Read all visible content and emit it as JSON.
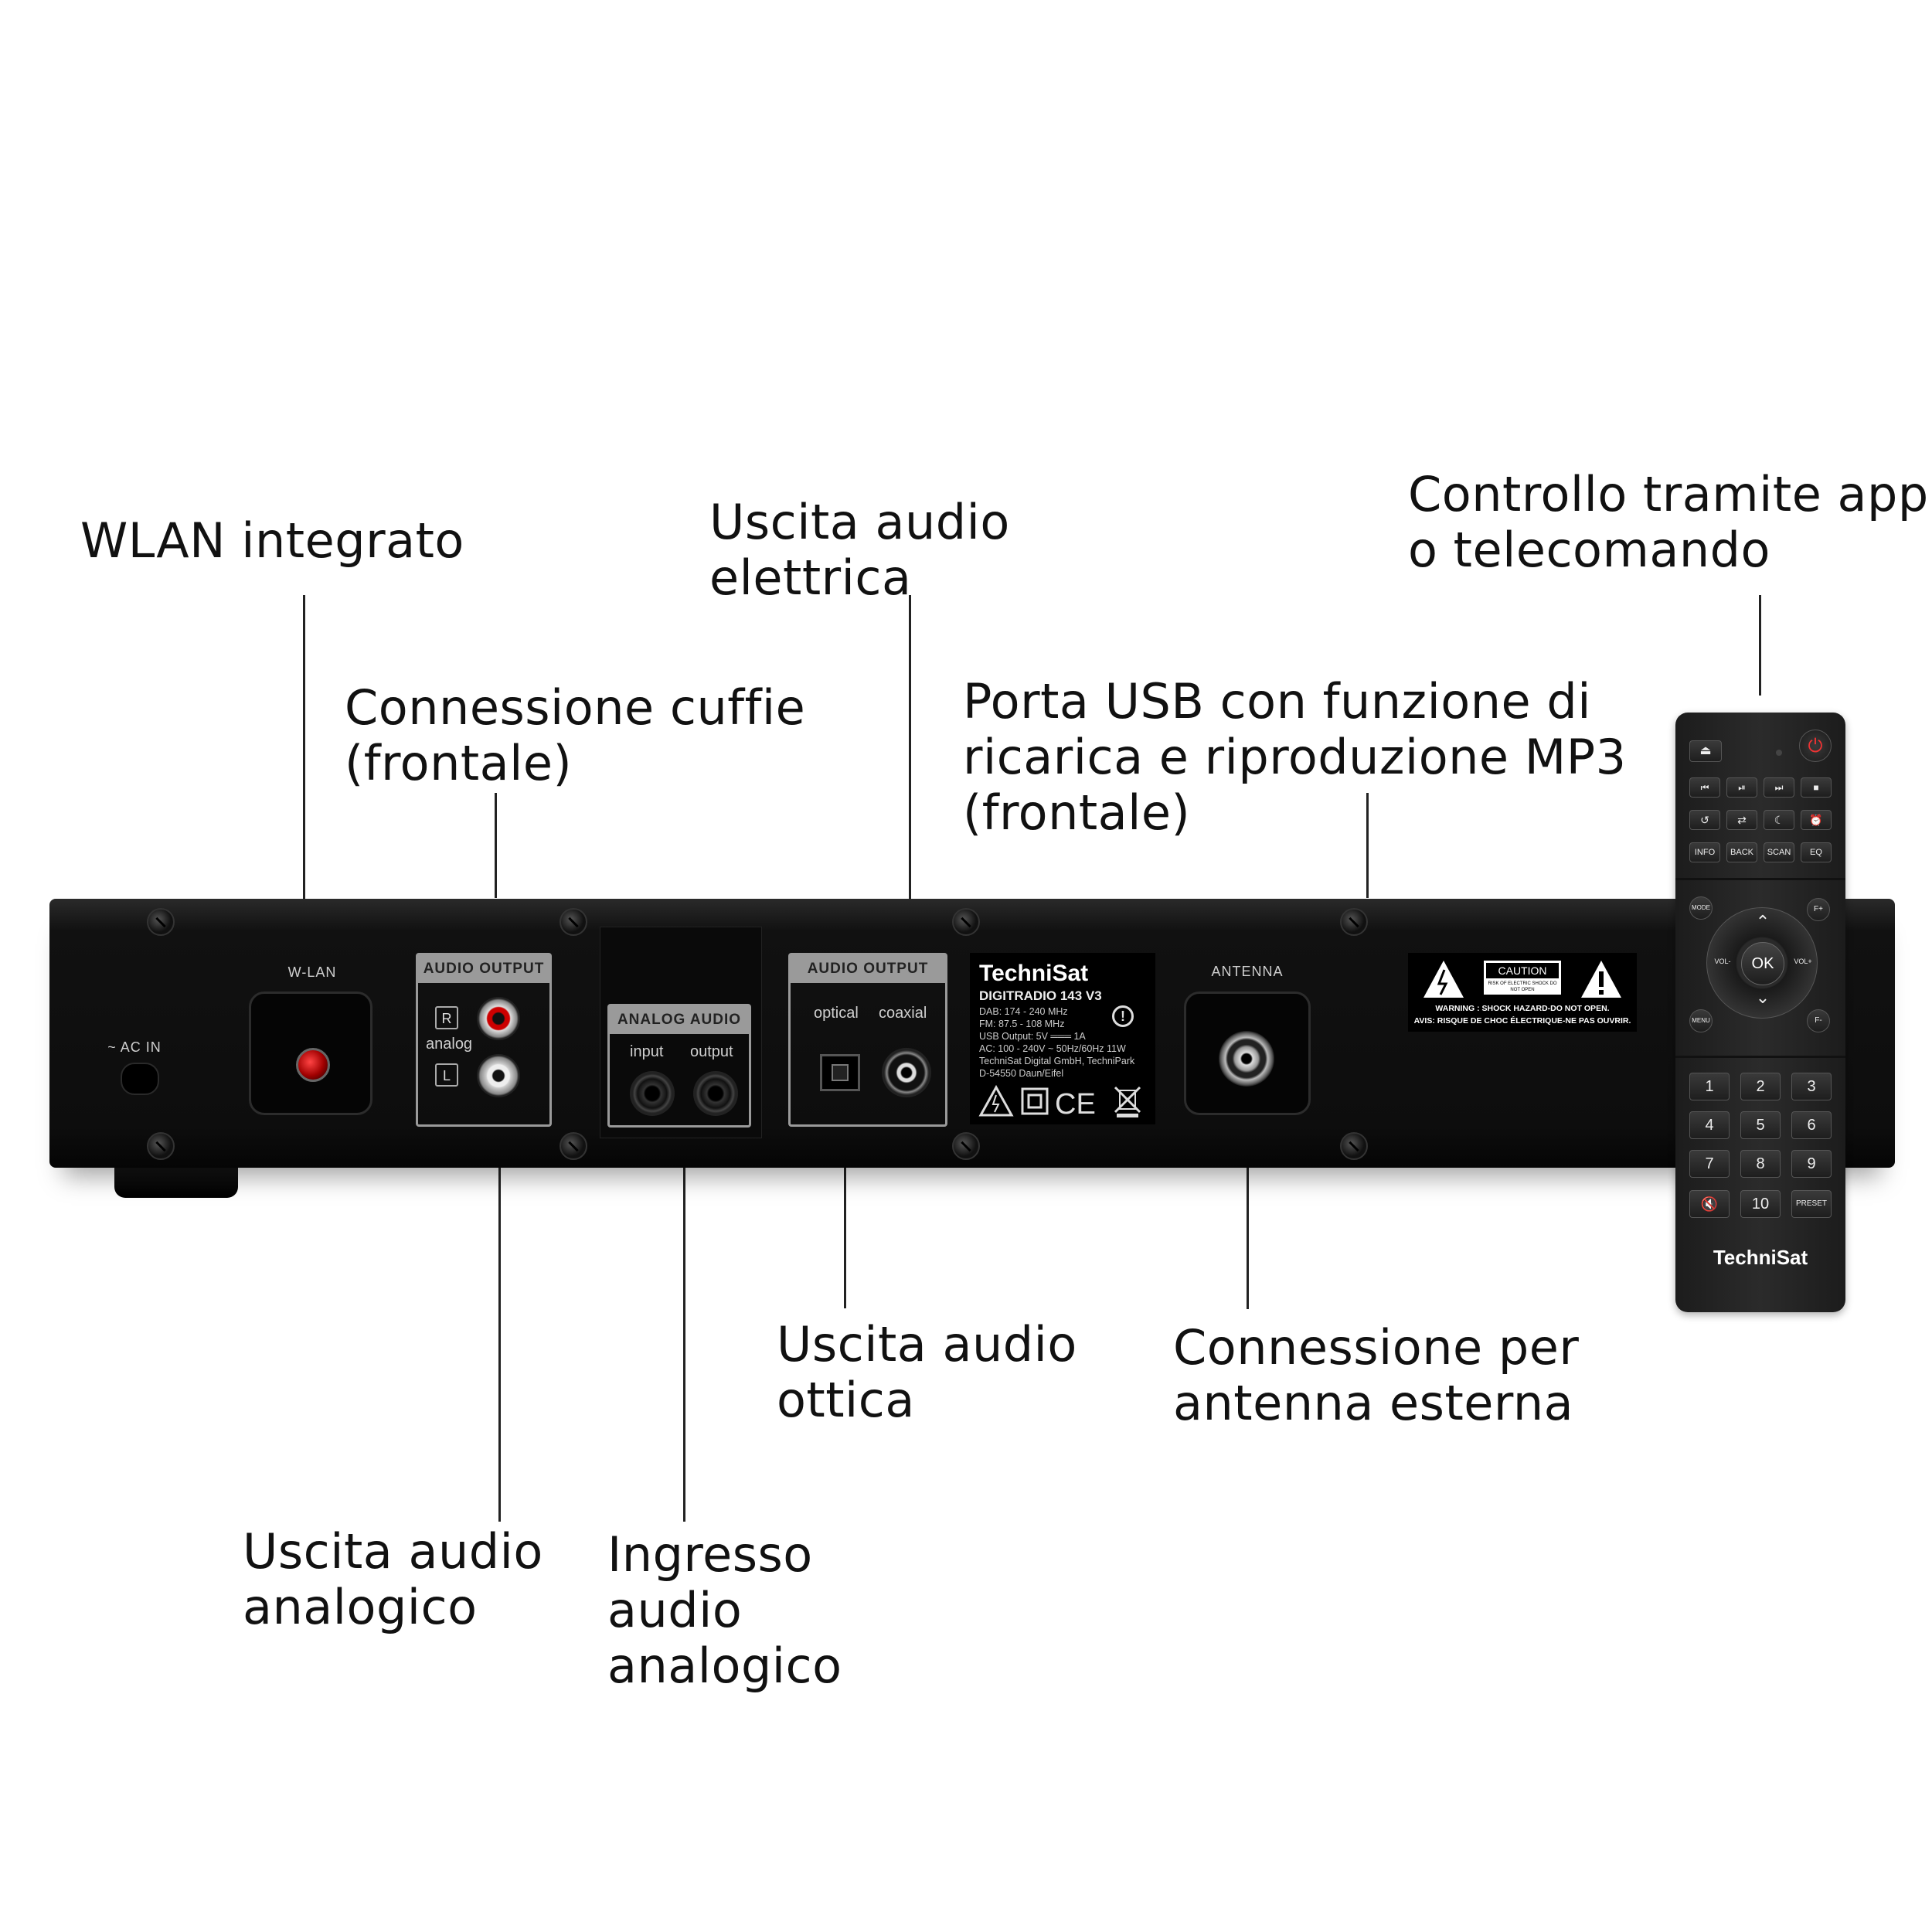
{
  "callouts": {
    "wlan": [
      "WLAN integrato"
    ],
    "cuffie": [
      "Connessione cuffie",
      "(frontale)"
    ],
    "elettrica": [
      "Uscita audio",
      "elettrica"
    ],
    "usb": [
      "Porta USB con funzione di",
      "ricarica e riproduzione MP3",
      "(frontale)"
    ],
    "app": [
      "Controllo tramite app",
      "o telecomando"
    ],
    "ottica": [
      "Uscita audio",
      "ottica"
    ],
    "antenna": [
      "Connessione per",
      "antenna esterna"
    ],
    "analogico_out": [
      "Uscita audio",
      "analogico"
    ],
    "analogico_in": [
      "Ingresso",
      "audio",
      "analogico"
    ]
  },
  "panel": {
    "ac_in": "~ AC IN",
    "wlan": "W-LAN",
    "audio_output_1": "AUDIO OUTPUT",
    "r": "R",
    "l": "L",
    "analog": "analog",
    "analog_audio": "ANALOG AUDIO",
    "input": "input",
    "output": "output",
    "audio_output_2": "AUDIO OUTPUT",
    "optical": "optical",
    "coaxial": "coaxial",
    "antenna": "ANTENNA"
  },
  "label": {
    "brand": "TechniSat",
    "model": "DIGITRADIO 143 V3",
    "specs": "DAB: 174 - 240 MHz\nFM: 87.5 - 108 MHz\nUSB Output: 5V ═══ 1A\nAC: 100 - 240V ~ 50Hz/60Hz 11W\nTechniSat Digital GmbH, TechniPark\nD-54550 Daun/Eifel",
    "caution_title": "CAUTION",
    "caution_sub": "RISK OF ELECTRIC SHOCK DO NOT OPEN",
    "warning_1": "WARNING : SHOCK HAZARD-DO NOT OPEN.",
    "warning_2": "AVIS: RISQUE DE CHOC ÉLECTRIQUE-NE PAS OUVRIR."
  },
  "remote": {
    "info": "INFO",
    "back": "BACK",
    "scan": "SCAN",
    "eq": "EQ",
    "mode": "MODE",
    "fplus": "F+",
    "menu": "MENU",
    "fminus": "F-",
    "volminus": "VOL-",
    "volplus": "VOL+",
    "ok": "OK",
    "n1": "1",
    "n2": "2",
    "n3": "3",
    "n4": "4",
    "n5": "5",
    "n6": "6",
    "n7": "7",
    "n8": "8",
    "n9": "9",
    "n10": "10",
    "preset": "PRESET",
    "brand": "TechniSat"
  },
  "icons": [
    "eject-icon",
    "power-icon",
    "prev-icon",
    "play-pause-icon",
    "next-icon",
    "stop-icon",
    "repeat-icon",
    "shuffle-icon",
    "sleep-icon",
    "alarm-icon",
    "up-arrow-icon",
    "down-arrow-icon",
    "left-arrow-icon",
    "right-arrow-icon",
    "mute-icon",
    "warning-triangle-icon",
    "ce-mark-icon",
    "weee-bin-icon",
    "double-insulation-icon",
    "info-circle-icon"
  ]
}
